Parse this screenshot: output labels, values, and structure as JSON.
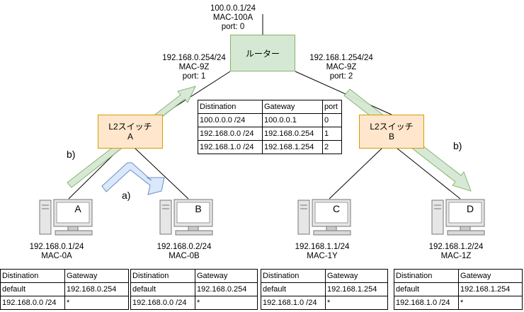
{
  "router": {
    "label": "ルーター",
    "port0": {
      "ip": "100.0.0.1/24",
      "mac": "MAC-100A",
      "port": "port: 0"
    },
    "port1": {
      "ip": "192.168.0.254/24",
      "mac": "MAC-9Z",
      "port": "port: 1"
    },
    "port2": {
      "ip": "192.168.1.254/24",
      "mac": "MAC-9Z",
      "port": "port: 2"
    }
  },
  "router_table": {
    "headers": [
      "Distination",
      "Gateway",
      "port"
    ],
    "rows": [
      [
        "100.0.0.0 /24",
        "100.0.0.1",
        "0"
      ],
      [
        "192.168.0.0 /24",
        "192.168.0.254",
        "1"
      ],
      [
        "192.168.1.0 /24",
        "192.168.1.254",
        "2"
      ]
    ]
  },
  "switches": [
    {
      "line1": "L2スイッチ",
      "line2": "A"
    },
    {
      "line1": "L2スイッチ",
      "line2": "B"
    }
  ],
  "hosts": [
    {
      "name": "A",
      "ip": "192.168.0.1/24",
      "mac": "MAC-0A",
      "table": {
        "headers": [
          "Distination",
          "Gateway"
        ],
        "rows": [
          [
            "default",
            "192.168.0.254"
          ],
          [
            "192.168.0.0 /24",
            "*"
          ]
        ]
      }
    },
    {
      "name": "B",
      "ip": "192.168.0.2/24",
      "mac": "MAC-0B",
      "table": {
        "headers": [
          "Distination",
          "Gateway"
        ],
        "rows": [
          [
            "default",
            "192.168.0.254"
          ],
          [
            "192.168.0.0 /24",
            "*"
          ]
        ]
      }
    },
    {
      "name": "C",
      "ip": "192.168.1.1/24",
      "mac": "MAC-1Y",
      "table": {
        "headers": [
          "Distination",
          "Gateway"
        ],
        "rows": [
          [
            "default",
            "192.168.1.254"
          ],
          [
            "192.168.1.0 /24",
            "*"
          ]
        ]
      }
    },
    {
      "name": "D",
      "ip": "192.168.1.2/24",
      "mac": "MAC-1Z",
      "table": {
        "headers": [
          "Distination",
          "Gateway"
        ],
        "rows": [
          [
            "default",
            "192.168.1.254"
          ],
          [
            "192.168.1.0 /24",
            "*"
          ]
        ]
      }
    }
  ],
  "flows": {
    "a": "a)",
    "b_left": "b)",
    "b_right": "b)"
  },
  "colors": {
    "router_fill": "#d5e8d4",
    "router_stroke": "#82b366",
    "switch_fill": "#ffe6cc",
    "switch_stroke": "#d79b00",
    "flow_a_fill": "#dae8fc",
    "flow_a_stroke": "#6c8ebf",
    "flow_b_fill": "#d5e8d4",
    "flow_b_stroke": "#82b366"
  }
}
